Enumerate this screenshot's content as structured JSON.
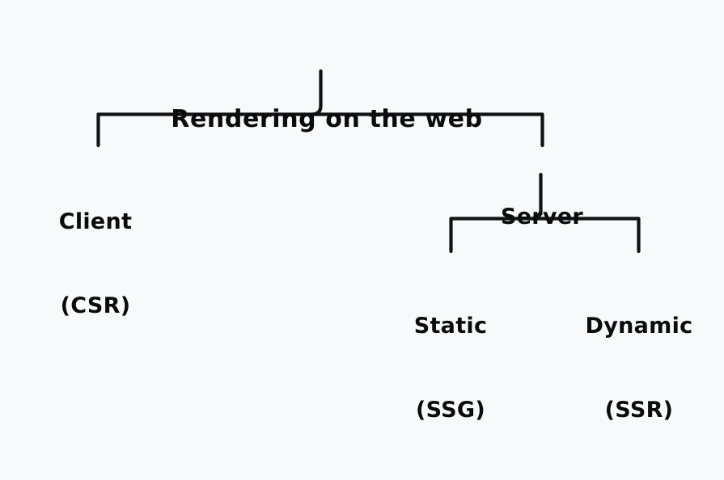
{
  "diagram": {
    "title": "Rendering on the web",
    "background_color": "#f8f9fb",
    "line_color": "#121214",
    "text_color": "#0b0b0d",
    "root": {
      "label": "Rendering on the web",
      "name": "root-node-rendering-on-the-web"
    },
    "nodes": [
      {
        "name": "node-client",
        "label": "Client",
        "sublabel": "(CSR)",
        "level": 1,
        "parent": "Rendering on the web"
      },
      {
        "name": "node-server",
        "label": "Server",
        "sublabel": "",
        "level": 1,
        "parent": "Rendering on the web"
      },
      {
        "name": "node-static",
        "label": "Static",
        "sublabel": "(SSG)",
        "level": 2,
        "parent": "Server"
      },
      {
        "name": "node-dynamic",
        "label": "Dynamic",
        "sublabel": "(SSR)",
        "level": 2,
        "parent": "Server"
      }
    ],
    "edges": [
      {
        "name": "edge-root-to-client",
        "from": "Rendering on the web",
        "to": "Client"
      },
      {
        "name": "edge-root-to-server",
        "from": "Rendering on the web",
        "to": "Server"
      },
      {
        "name": "edge-server-to-static",
        "from": "Server",
        "to": "Static"
      },
      {
        "name": "edge-server-to-dynamic",
        "from": "Server",
        "to": "Dynamic"
      }
    ]
  }
}
